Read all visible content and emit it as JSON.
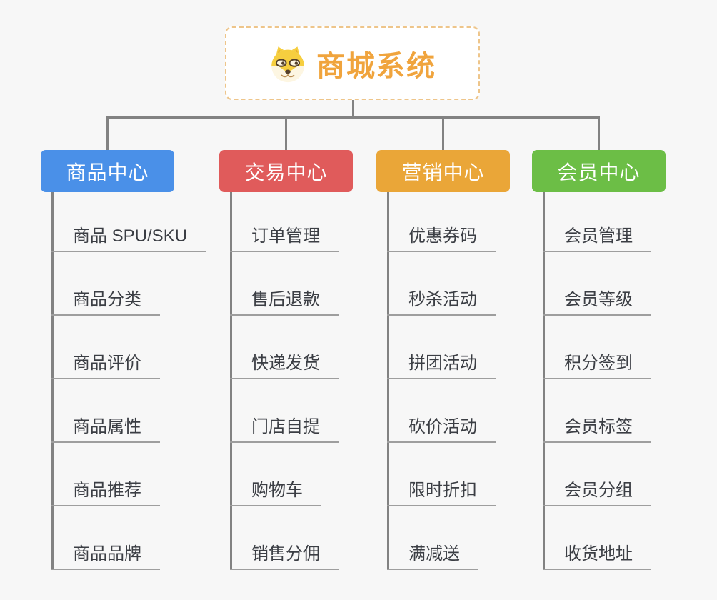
{
  "root": {
    "title": "商城系统",
    "icon": "dog-face-icon"
  },
  "branches": [
    {
      "id": "product-center",
      "label": "商品中心",
      "color": "#4A90E8",
      "items": [
        "商品 SPU/SKU",
        "商品分类",
        "商品评价",
        "商品属性",
        "商品推荐",
        "商品品牌"
      ]
    },
    {
      "id": "trade-center",
      "label": "交易中心",
      "color": "#E05B5B",
      "items": [
        "订单管理",
        "售后退款",
        "快递发货",
        "门店自提",
        "购物车",
        "销售分佣"
      ]
    },
    {
      "id": "marketing-center",
      "label": "营销中心",
      "color": "#EAA638",
      "items": [
        "优惠券码",
        "秒杀活动",
        "拼团活动",
        "砍价活动",
        "限时折扣",
        "满减送"
      ]
    },
    {
      "id": "member-center",
      "label": "会员中心",
      "color": "#6CBE46",
      "items": [
        "会员管理",
        "会员等级",
        "积分签到",
        "会员标签",
        "会员分组",
        "收货地址"
      ]
    }
  ],
  "palette": {
    "background": "#f7f7f7",
    "connector": "#828282",
    "underline": "#9e9e9e",
    "root_border": "#eec58a",
    "root_text": "#f0a43d",
    "topic_text": "#3b3e44",
    "header_text": "#ffffff"
  }
}
